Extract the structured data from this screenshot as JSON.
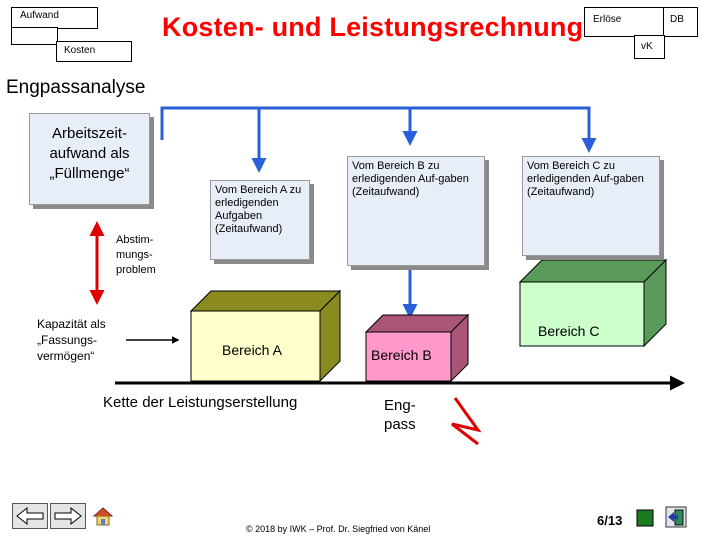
{
  "header": {
    "aufwand": "Aufwand",
    "kosten": "Kosten",
    "title": "Kosten- und Leistungsrechnung",
    "erloese": "Erlöse",
    "db": "DB",
    "vk": "vK"
  },
  "section_title": "Engpassanalyse",
  "fill_box": "Arbeitszeit-aufwand als „Füllmenge“",
  "abstimmung": "Abstim-mungs-problem",
  "kapazitaet": "Kapazität als „Fassungs-vermögen“",
  "info_a": "Vom Bereich A zu erledigenden Aufgaben (Zeitaufwand)",
  "info_b": "Vom Bereich B zu erledigenden Auf-gaben (Zeitaufwand)",
  "info_c": "Vom Bereich C zu erledigenden Auf-gaben (Zeitaufwand)",
  "bereich_a": "Bereich A",
  "bereich_b": "Bereich B",
  "bereich_c": "Bereich C",
  "kette": "Kette der Leistungserstellung",
  "engpass": "Eng-pass",
  "footer": {
    "copyright": "© 2018 by IWK – Prof. Dr. Siegfried von Känel",
    "page": "6/13"
  },
  "colors": {
    "title": "#ff0000",
    "arrow_blue": "#2b5fd9",
    "fill_box": "#e8eef7",
    "box_a": "#ffffcc",
    "box_b": "#ff99cc",
    "box_c": "#ccffcc",
    "engpass": "#e00000"
  },
  "icons": [
    "back-arrow-icon",
    "forward-arrow-icon",
    "home-icon",
    "square-icon",
    "exit-icon"
  ]
}
